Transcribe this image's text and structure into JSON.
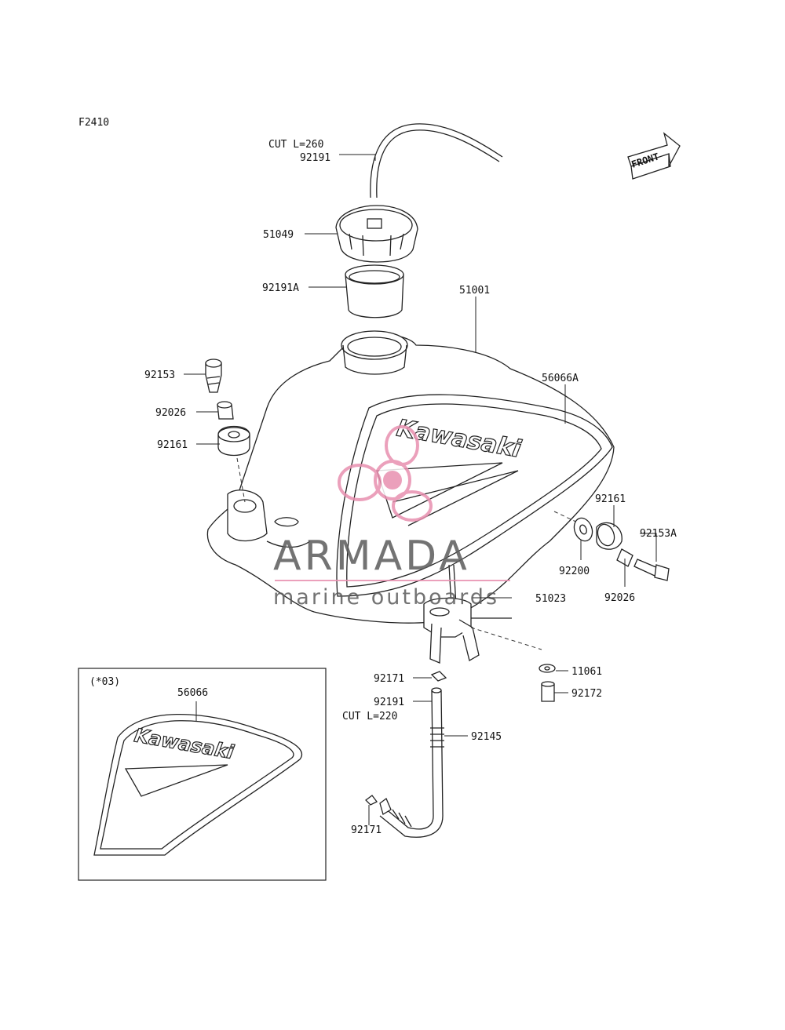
{
  "figure_id": "F2410",
  "front_arrow": {
    "label": "FRONT"
  },
  "watermark": {
    "brand": "ARMADA",
    "tagline": "marine outboards"
  },
  "decal_brand": "Kawasaki",
  "inset": {
    "title": "(*03)"
  },
  "callouts": {
    "vent_cut": "CUT L=260",
    "vent_hose": "92191",
    "cap": "51049",
    "cap_gasket": "92191A",
    "tank": "51001",
    "bolt_left": "92153",
    "collar_left": "92026",
    "damper_left": "92161",
    "decal_tank": "56066A",
    "damper_right": "92161",
    "bolt_right": "92153A",
    "washer": "92200",
    "collar_right": "92026",
    "fuel_cock": "51023",
    "clip_washer": "11061",
    "screw": "92172",
    "clamp_top": "92171",
    "fuel_hose": "92191",
    "fuel_cut": "CUT L=220",
    "pipe": "92145",
    "clamp_bottom": "92171",
    "decal_inset": "56066"
  }
}
